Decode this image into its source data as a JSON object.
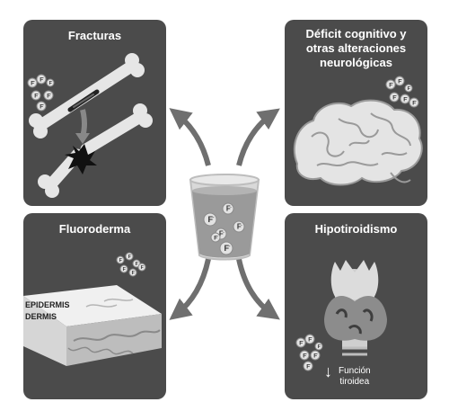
{
  "panels": {
    "fracturas": {
      "title": "Fracturas"
    },
    "deficit": {
      "title": "Déficit cognitivo y\notras alteraciones\nneurológicas"
    },
    "fluoroderma": {
      "title": "Fluoroderma"
    },
    "hipotiroidismo": {
      "title": "Hipotiroidismo"
    }
  },
  "skin_labels": {
    "epidermis": "EPIDERMIS",
    "dermis": "DERMIS"
  },
  "thyroid": {
    "arrow": "↓",
    "function_label": "Función\ntiroidea"
  },
  "fluoride_symbol": "F",
  "fluoride_superscript": "-"
}
